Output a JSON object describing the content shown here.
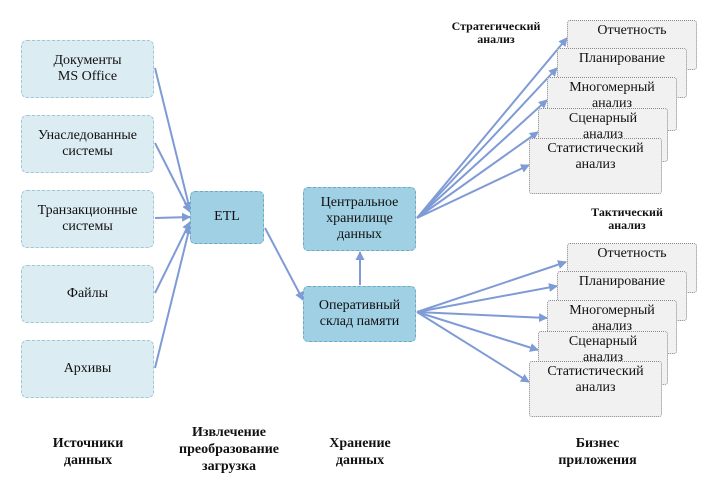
{
  "sources": [
    "Документы\nMS Office",
    "Унаследованные\nсистемы",
    "Транзакционные\nсистемы",
    "Файлы",
    "Архивы"
  ],
  "etl": "ETL",
  "central_storage": "Центральное\nхранилище\nданных",
  "operational_storage": "Оперативный\nсклад памяти",
  "strategic_group_label": "Стратегический\nанализ",
  "tactical_group_label": "Тактический\nанализ",
  "strategic_apps": [
    "Отчетность",
    "Планирование",
    "Многомерный\nанализ",
    "Сценарный\nанализ",
    "Статистический\nанализ"
  ],
  "tactical_apps": [
    "Отчетность",
    "Планирование",
    "Многомерный\nанализ",
    "Сценарный\nанализ",
    "Статистический\nанализ"
  ],
  "column_labels": {
    "sources": "Источники\nданных",
    "etl": "Извлечение\nпреобразование\nзагрузка",
    "storage": "Хранение\nданных",
    "apps": "Бизнес\nприложения"
  },
  "colors": {
    "arrow": "#7f9bd6",
    "source_fill": "#dcecf3",
    "storage_fill": "#9fd0e4",
    "app_fill": "#f1f1f1"
  }
}
